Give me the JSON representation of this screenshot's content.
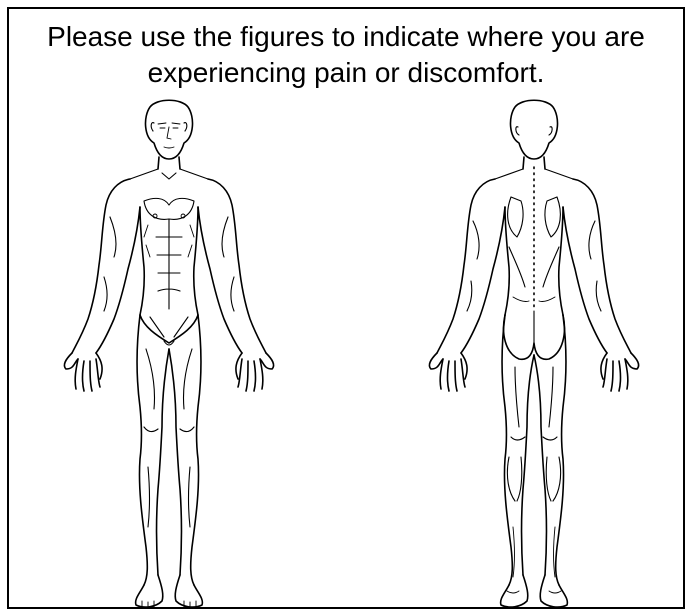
{
  "form": {
    "instructions": "Please use the figures to indicate where you are experiencing pain or discomfort."
  },
  "figures": [
    {
      "view": "front",
      "icon": "body-front-icon"
    },
    {
      "view": "back",
      "icon": "body-back-icon"
    }
  ]
}
